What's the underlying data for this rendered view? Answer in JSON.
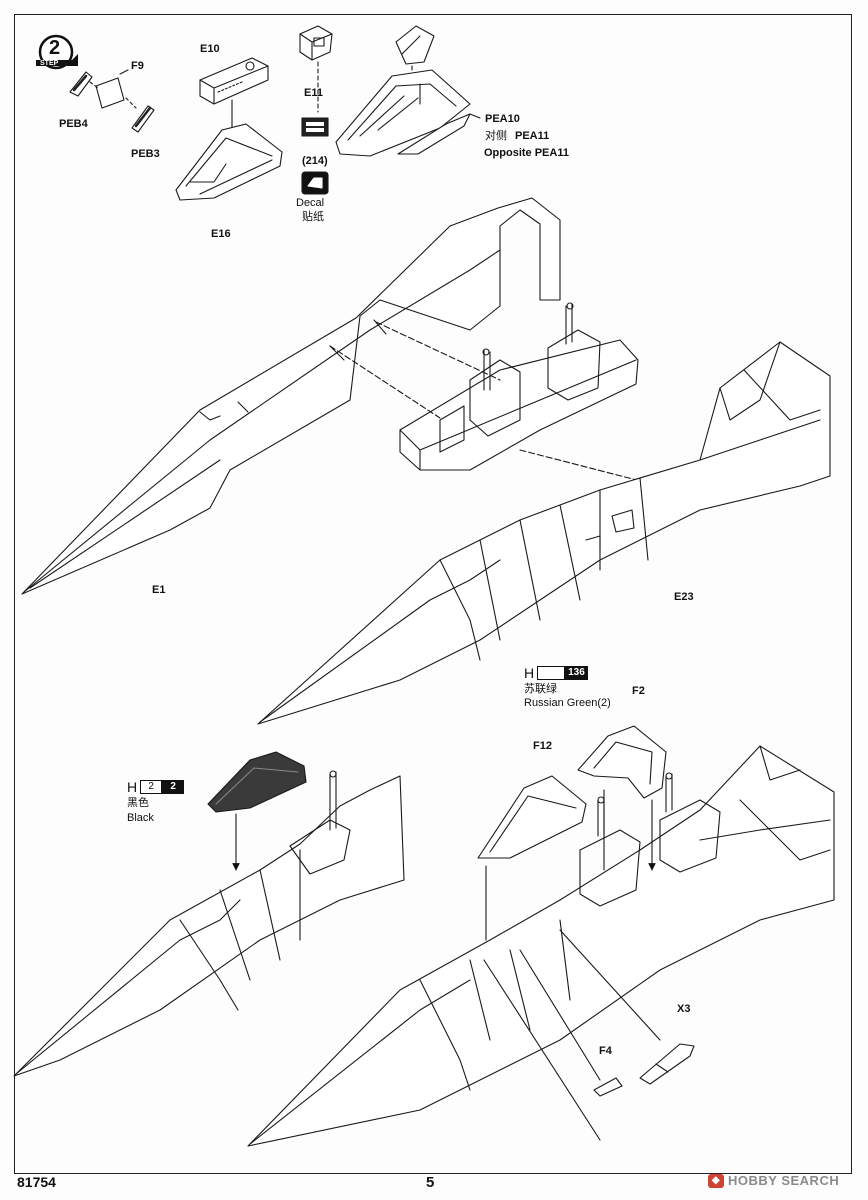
{
  "step": {
    "number": "2",
    "word": "STEP"
  },
  "parts": {
    "f9": "F9",
    "peb4": "PEB4",
    "peb3": "PEB3",
    "e10": "E10",
    "e16": "E16",
    "e11": "E11",
    "e11_qty": "(214)",
    "pea10": "PEA10",
    "pea11_cn": "对侧",
    "pea11": "PEA11",
    "opposite_pea11": "Opposite PEA11",
    "e1": "E1",
    "e23": "E23",
    "f12": "F12",
    "f2": "F2",
    "f4": "F4",
    "x3": "X3"
  },
  "decal": {
    "en": "Decal",
    "cn": "贴纸"
  },
  "paint_green": {
    "letter": "H",
    "code": "136",
    "cn": "苏联绿",
    "en": "Russian Green(2)",
    "color": "#1a1a1a"
  },
  "paint_black": {
    "letter": "H",
    "code_a": "2",
    "code_b": "2",
    "cn": "黑色",
    "en": "Black",
    "color": "#111111"
  },
  "footer": {
    "code": "81754",
    "page": "5",
    "logo": "HOBBY SEARCH"
  }
}
